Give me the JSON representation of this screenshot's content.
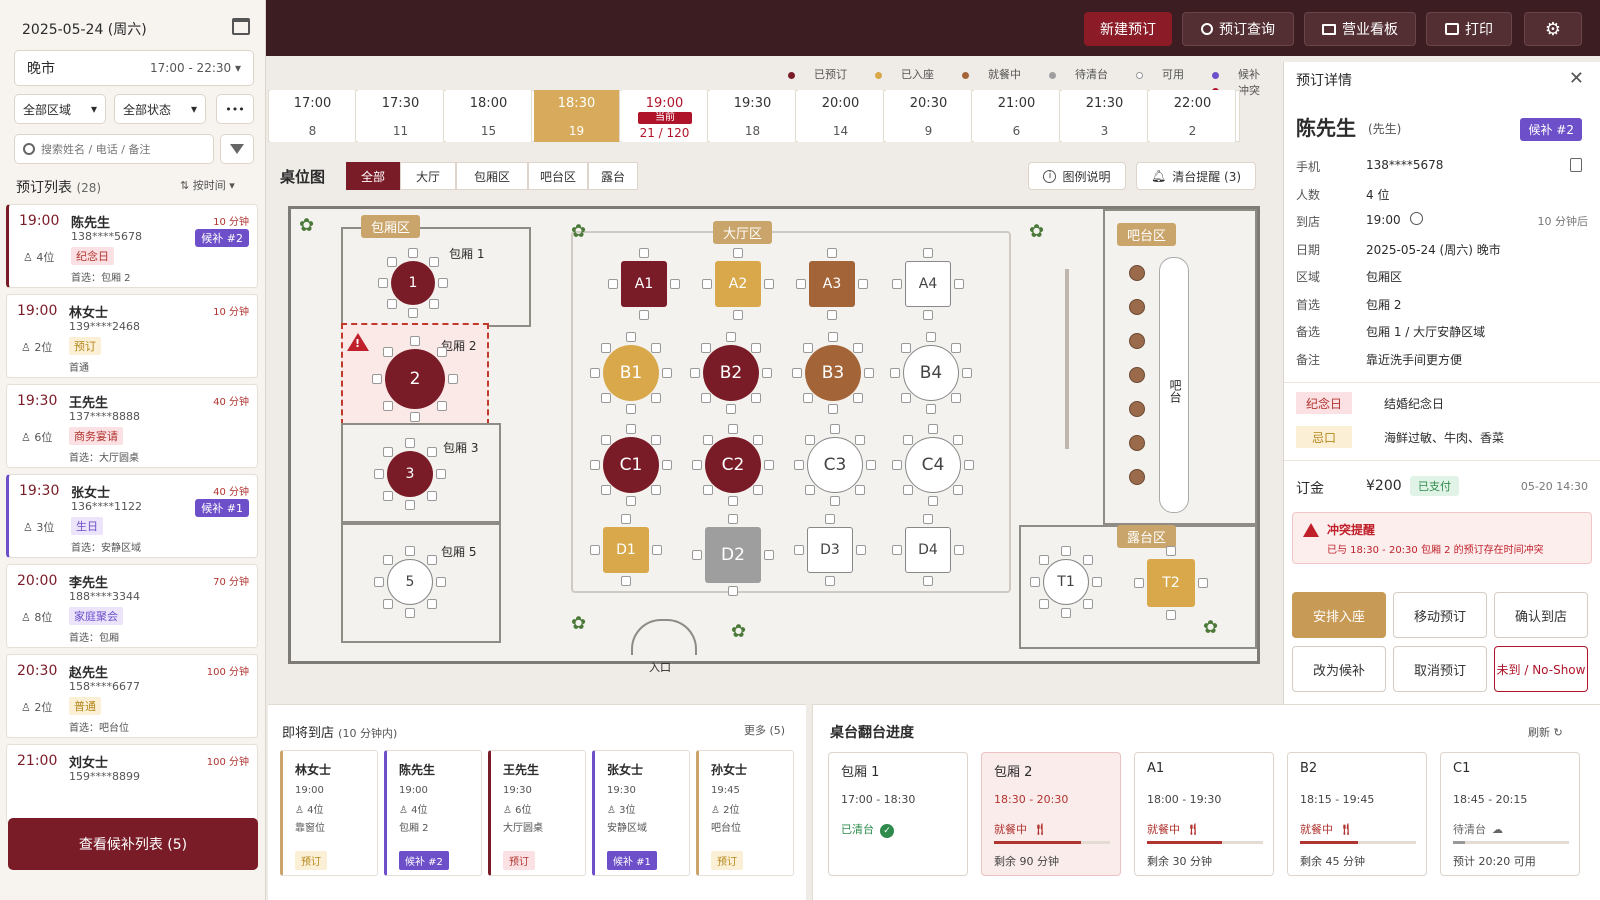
{
  "left": {
    "date": "2025-05-24 (周六)",
    "shift": "晚市",
    "shift_time": "17:00 - 22:30",
    "area_filter": "全部区域",
    "status_filter": "全部状态",
    "more": "•••",
    "search_placeholder": "搜索姓名 / 电话 / 备注",
    "list_title": "预订列表",
    "list_count": "(28)",
    "sort": "按时间",
    "reservations": [
      {
        "time": "19:00",
        "name": "陈先生",
        "phone": "138****5678",
        "mins": "10 分钟",
        "ppl": "4位",
        "tag": "纪念日",
        "tag_color": "red",
        "pref": "首选：包厢 2",
        "wait": "候补 #2"
      },
      {
        "time": "19:00",
        "name": "林女士",
        "phone": "139****2468",
        "mins": "10 分钟",
        "ppl": "2位",
        "tag": "预订",
        "tag_color": "gold",
        "pref": "首通",
        "wait": ""
      },
      {
        "time": "19:30",
        "name": "王先生",
        "phone": "137****8888",
        "mins": "40 分钟",
        "ppl": "6位",
        "tag": "商务宴请",
        "tag_color": "red",
        "pref": "首选：大厅圆桌",
        "wait": ""
      },
      {
        "time": "19:30",
        "name": "张女士",
        "phone": "136****1122",
        "mins": "40 分钟",
        "ppl": "3位",
        "tag": "生日",
        "tag_color": "purple",
        "pref": "首选：安静区域",
        "wait": "候补 #1"
      },
      {
        "time": "20:00",
        "name": "李先生",
        "phone": "188****3344",
        "mins": "70 分钟",
        "ppl": "8位",
        "tag": "家庭聚会",
        "tag_color": "purple",
        "pref": "首选：包厢",
        "wait": ""
      },
      {
        "time": "20:30",
        "name": "赵先生",
        "phone": "158****6677",
        "mins": "100 分钟",
        "ppl": "2位",
        "tag": "普通",
        "tag_color": "gold",
        "pref": "首选：吧台位",
        "wait": ""
      },
      {
        "time": "21:00",
        "name": "刘女士",
        "phone": "159****8899",
        "mins": "100 分钟",
        "ppl": "",
        "tag": "",
        "tag_color": "",
        "pref": "",
        "wait": ""
      }
    ],
    "waitlist_btn": "查看候补列表 (5)"
  },
  "top": {
    "new": "新建预订",
    "query": "预订查询",
    "board": "营业看板",
    "print": "打印"
  },
  "legend": [
    {
      "label": "已预订",
      "color": "#7a1c27"
    },
    {
      "label": "已入座",
      "color": "#d8a84a"
    },
    {
      "label": "就餐中",
      "color": "#a36438"
    },
    {
      "label": "待清台",
      "color": "#9e9e9e"
    },
    {
      "label": "可用",
      "color": "#ffffff"
    },
    {
      "label": "候补",
      "color": "#6d4fc9"
    },
    {
      "label": "冲突",
      "color": "#b0142a"
    }
  ],
  "timeline": [
    {
      "t": "17:00",
      "c": "8"
    },
    {
      "t": "17:30",
      "c": "11"
    },
    {
      "t": "18:00",
      "c": "15"
    },
    {
      "t": "18:30",
      "c": "19"
    },
    {
      "t": "19:00",
      "c": "21 / 120",
      "now": "当前"
    },
    {
      "t": "19:30",
      "c": "18"
    },
    {
      "t": "20:00",
      "c": "14"
    },
    {
      "t": "20:30",
      "c": "9"
    },
    {
      "t": "21:00",
      "c": "6"
    },
    {
      "t": "21:30",
      "c": "3"
    },
    {
      "t": "22:00",
      "c": "2"
    }
  ],
  "floor": {
    "title": "桌位图",
    "tabs": [
      "全部",
      "大厅",
      "包厢区",
      "吧台区",
      "露台"
    ],
    "legend_btn": "图例说明",
    "clean_btn": "清台提醒 (3)",
    "zones": {
      "private": "包厢区",
      "hall": "大厅区",
      "bar": "吧台区",
      "terrace": "露台区"
    },
    "rooms": [
      "包厢 1",
      "包厢 2",
      "包厢 3",
      "包厢 5"
    ],
    "bar_text": "吧台",
    "entrance": "入口",
    "tables": {
      "p1": "1",
      "p2": "2",
      "p3": "3",
      "p5": "5",
      "A1": "A1",
      "A2": "A2",
      "A3": "A3",
      "A4": "A4",
      "B1": "B1",
      "B2": "B2",
      "B3": "B3",
      "B4": "B4",
      "C1": "C1",
      "C2": "C2",
      "C3": "C3",
      "C4": "C4",
      "D1": "D1",
      "D2": "D2",
      "D3": "D3",
      "D4": "D4",
      "T1": "T1",
      "T2": "T2"
    }
  },
  "detail": {
    "title": "预订详情",
    "name": "陈先生",
    "hon": "(先生)",
    "badge": "候补 #2",
    "rows": [
      {
        "k": "手机",
        "v": "138****5678"
      },
      {
        "k": "人数",
        "v": "4 位"
      },
      {
        "k": "到店",
        "v": "19:00",
        "extra": "10 分钟后"
      },
      {
        "k": "日期",
        "v": "2025-05-24 (周六) 晚市"
      },
      {
        "k": "区域",
        "v": "包厢区"
      },
      {
        "k": "首选",
        "v": "包厢 2"
      },
      {
        "k": "备选",
        "v": "包厢 1 / 大厅安静区域"
      },
      {
        "k": "备注",
        "v": "靠近洗手间更方便"
      }
    ],
    "anniv_k": "纪念日",
    "anniv_v": "结婚纪念日",
    "avoid_k": "忌口",
    "avoid_v": "海鲜过敏、牛肉、香菜",
    "deposit_k": "订金",
    "deposit_v": "¥200",
    "paid": "已支付",
    "paid_time": "05-20 14:30",
    "conflict_title": "冲突提醒",
    "conflict_text": "已与 18:30 - 20:30 包厢 2 的预订存在时间冲突",
    "actions": [
      "安排入座",
      "移动预订",
      "确认到店",
      "改为候补",
      "取消预订",
      "未到 / No-Show"
    ]
  },
  "arriving": {
    "title": "即将到店",
    "sub": "(10 分钟内)",
    "more": "更多 (5)",
    "cards": [
      {
        "name": "林女士",
        "time": "19:00",
        "ppl": "4位",
        "pref": "靠窗位",
        "tag": "预订",
        "tc": "gold"
      },
      {
        "name": "陈先生",
        "time": "19:00",
        "ppl": "4位",
        "pref": "包厢 2",
        "tag": "候补 #2",
        "tc": "wait"
      },
      {
        "name": "王先生",
        "time": "19:30",
        "ppl": "6位",
        "pref": "大厅圆桌",
        "tag": "预订",
        "tc": "red"
      },
      {
        "name": "张女士",
        "time": "19:30",
        "ppl": "3位",
        "pref": "安静区域",
        "tag": "候补 #1",
        "tc": "wait"
      },
      {
        "name": "孙女士",
        "time": "19:45",
        "ppl": "2位",
        "pref": "吧台位",
        "tag": "预订",
        "tc": "gold"
      }
    ]
  },
  "turnover": {
    "title": "桌台翻台进度",
    "refresh": "刷新",
    "cards": [
      {
        "name": "包厢 1",
        "range": "17:00 - 18:30",
        "status": "已清台",
        "progress": 0,
        "rem": ""
      },
      {
        "name": "包厢 2",
        "range": "18:30 - 20:30",
        "status": "就餐中",
        "progress": 0.75,
        "rem": "剩余 90 分钟"
      },
      {
        "name": "A1",
        "range": "18:00 - 19:30",
        "status": "就餐中",
        "progress": 0.65,
        "rem": "剩余 30 分钟"
      },
      {
        "name": "B2",
        "range": "18:15 - 19:45",
        "status": "就餐中",
        "progress": 0.5,
        "rem": "剩余 45 分钟"
      },
      {
        "name": "C1",
        "range": "18:45 - 20:15",
        "status": "待清台",
        "progress": 0.1,
        "rem": "预计 20:20 可用"
      }
    ]
  }
}
